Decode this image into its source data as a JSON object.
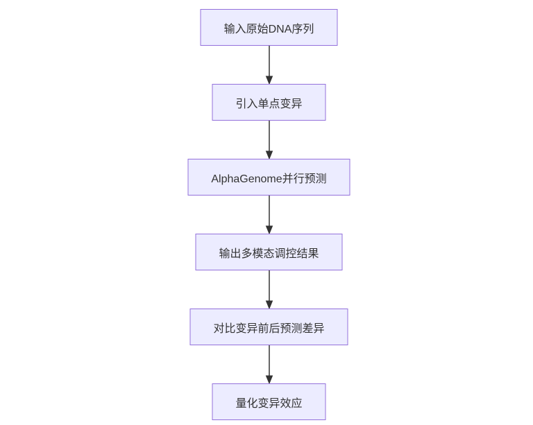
{
  "flowchart": {
    "type": "flowchart",
    "direction": "top-down",
    "colors": {
      "node_fill": "#ECECFF",
      "node_border": "#9370DB",
      "node_text": "#333333",
      "arrow": "#333333",
      "background": "#FFFFFF"
    },
    "nodes": [
      {
        "id": "step-1",
        "label": "输入原始DNA序列"
      },
      {
        "id": "step-2",
        "label": "引入单点变异"
      },
      {
        "id": "step-3",
        "label": "AlphaGenome并行预测"
      },
      {
        "id": "step-4",
        "label": "输出多模态调控结果"
      },
      {
        "id": "step-5",
        "label": "对比变异前后预测差异"
      },
      {
        "id": "step-6",
        "label": "量化变异效应"
      }
    ],
    "edges": [
      {
        "from": "step-1",
        "to": "step-2"
      },
      {
        "from": "step-2",
        "to": "step-3"
      },
      {
        "from": "step-3",
        "to": "step-4"
      },
      {
        "from": "step-4",
        "to": "step-5"
      },
      {
        "from": "step-5",
        "to": "step-6"
      }
    ]
  }
}
